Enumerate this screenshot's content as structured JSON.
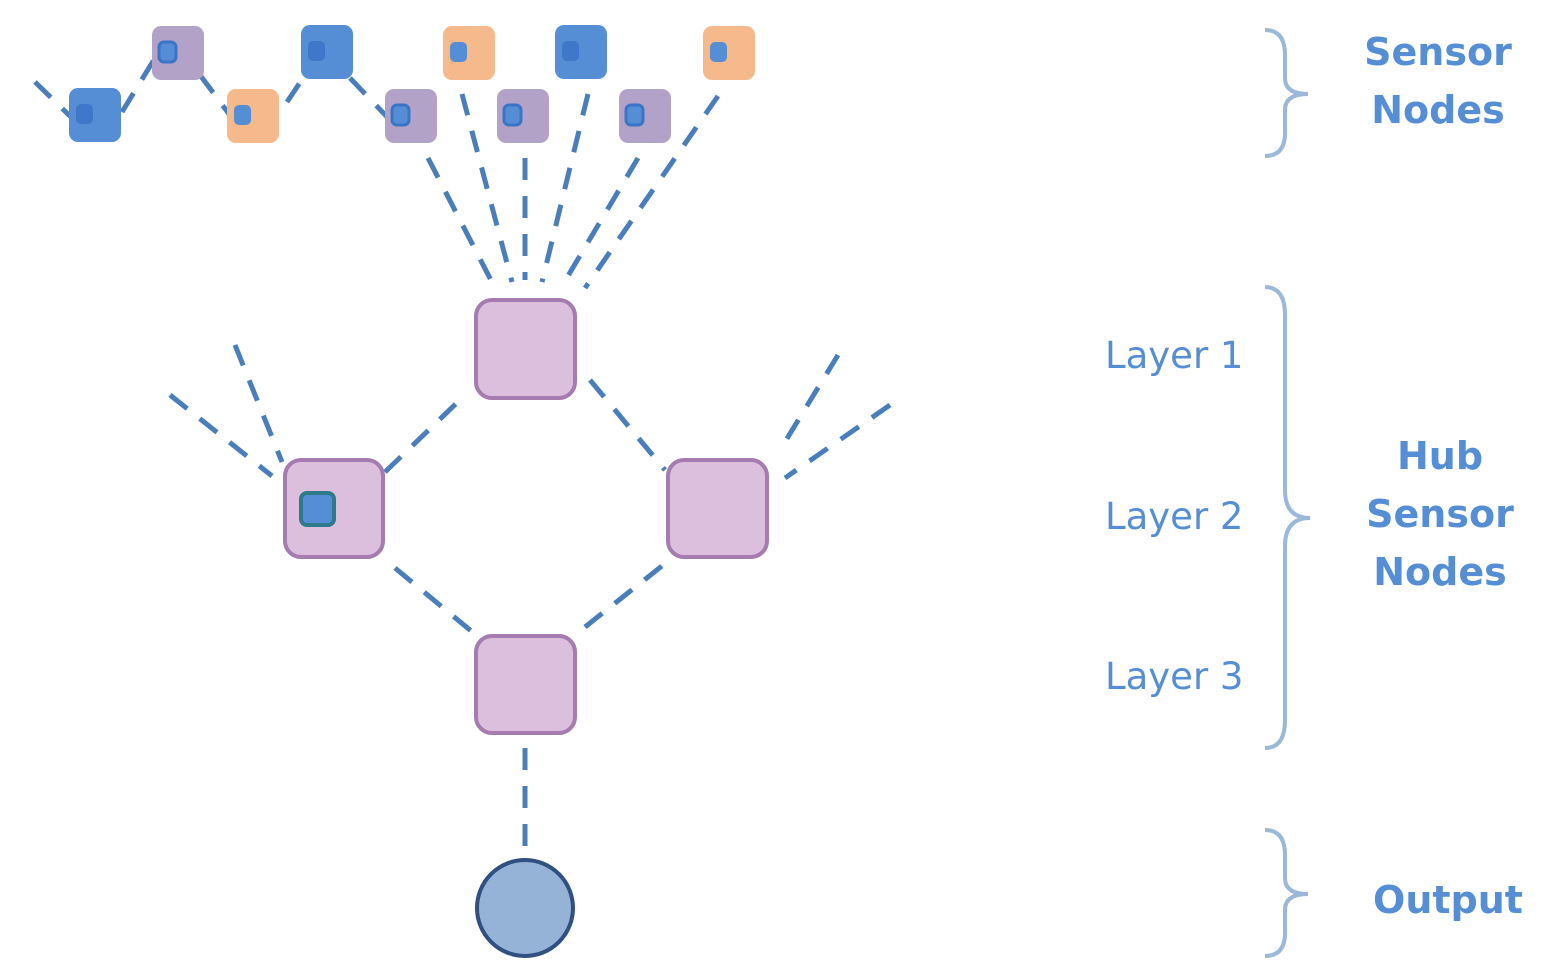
{
  "labels": {
    "sensor_nodes": [
      "Sensor",
      "Nodes"
    ],
    "hub_sensor_nodes": [
      "Hub",
      "Sensor",
      "Nodes"
    ],
    "output": "Output",
    "layers": [
      "Layer 1",
      "Layer 2",
      "Layer 3"
    ]
  },
  "colors": {
    "sensor_blue": "#558ed5",
    "sensor_purple": "#b3a2c7",
    "sensor_orange": "#f5b98b",
    "hub_fill": "#dbbfdd",
    "hub_stroke": "#a57bb0",
    "output_fill": "#95b3d7",
    "output_stroke": "#2f5080",
    "edge": "#4a7ebb",
    "label": "#558ed5",
    "brace": "#9bb7d9"
  },
  "sensors": [
    {
      "color": "blue"
    },
    {
      "color": "purple"
    },
    {
      "color": "orange"
    },
    {
      "color": "blue"
    },
    {
      "color": "purple"
    },
    {
      "color": "orange"
    },
    {
      "color": "purple"
    },
    {
      "color": "blue"
    },
    {
      "color": "purple"
    },
    {
      "color": "orange"
    }
  ]
}
